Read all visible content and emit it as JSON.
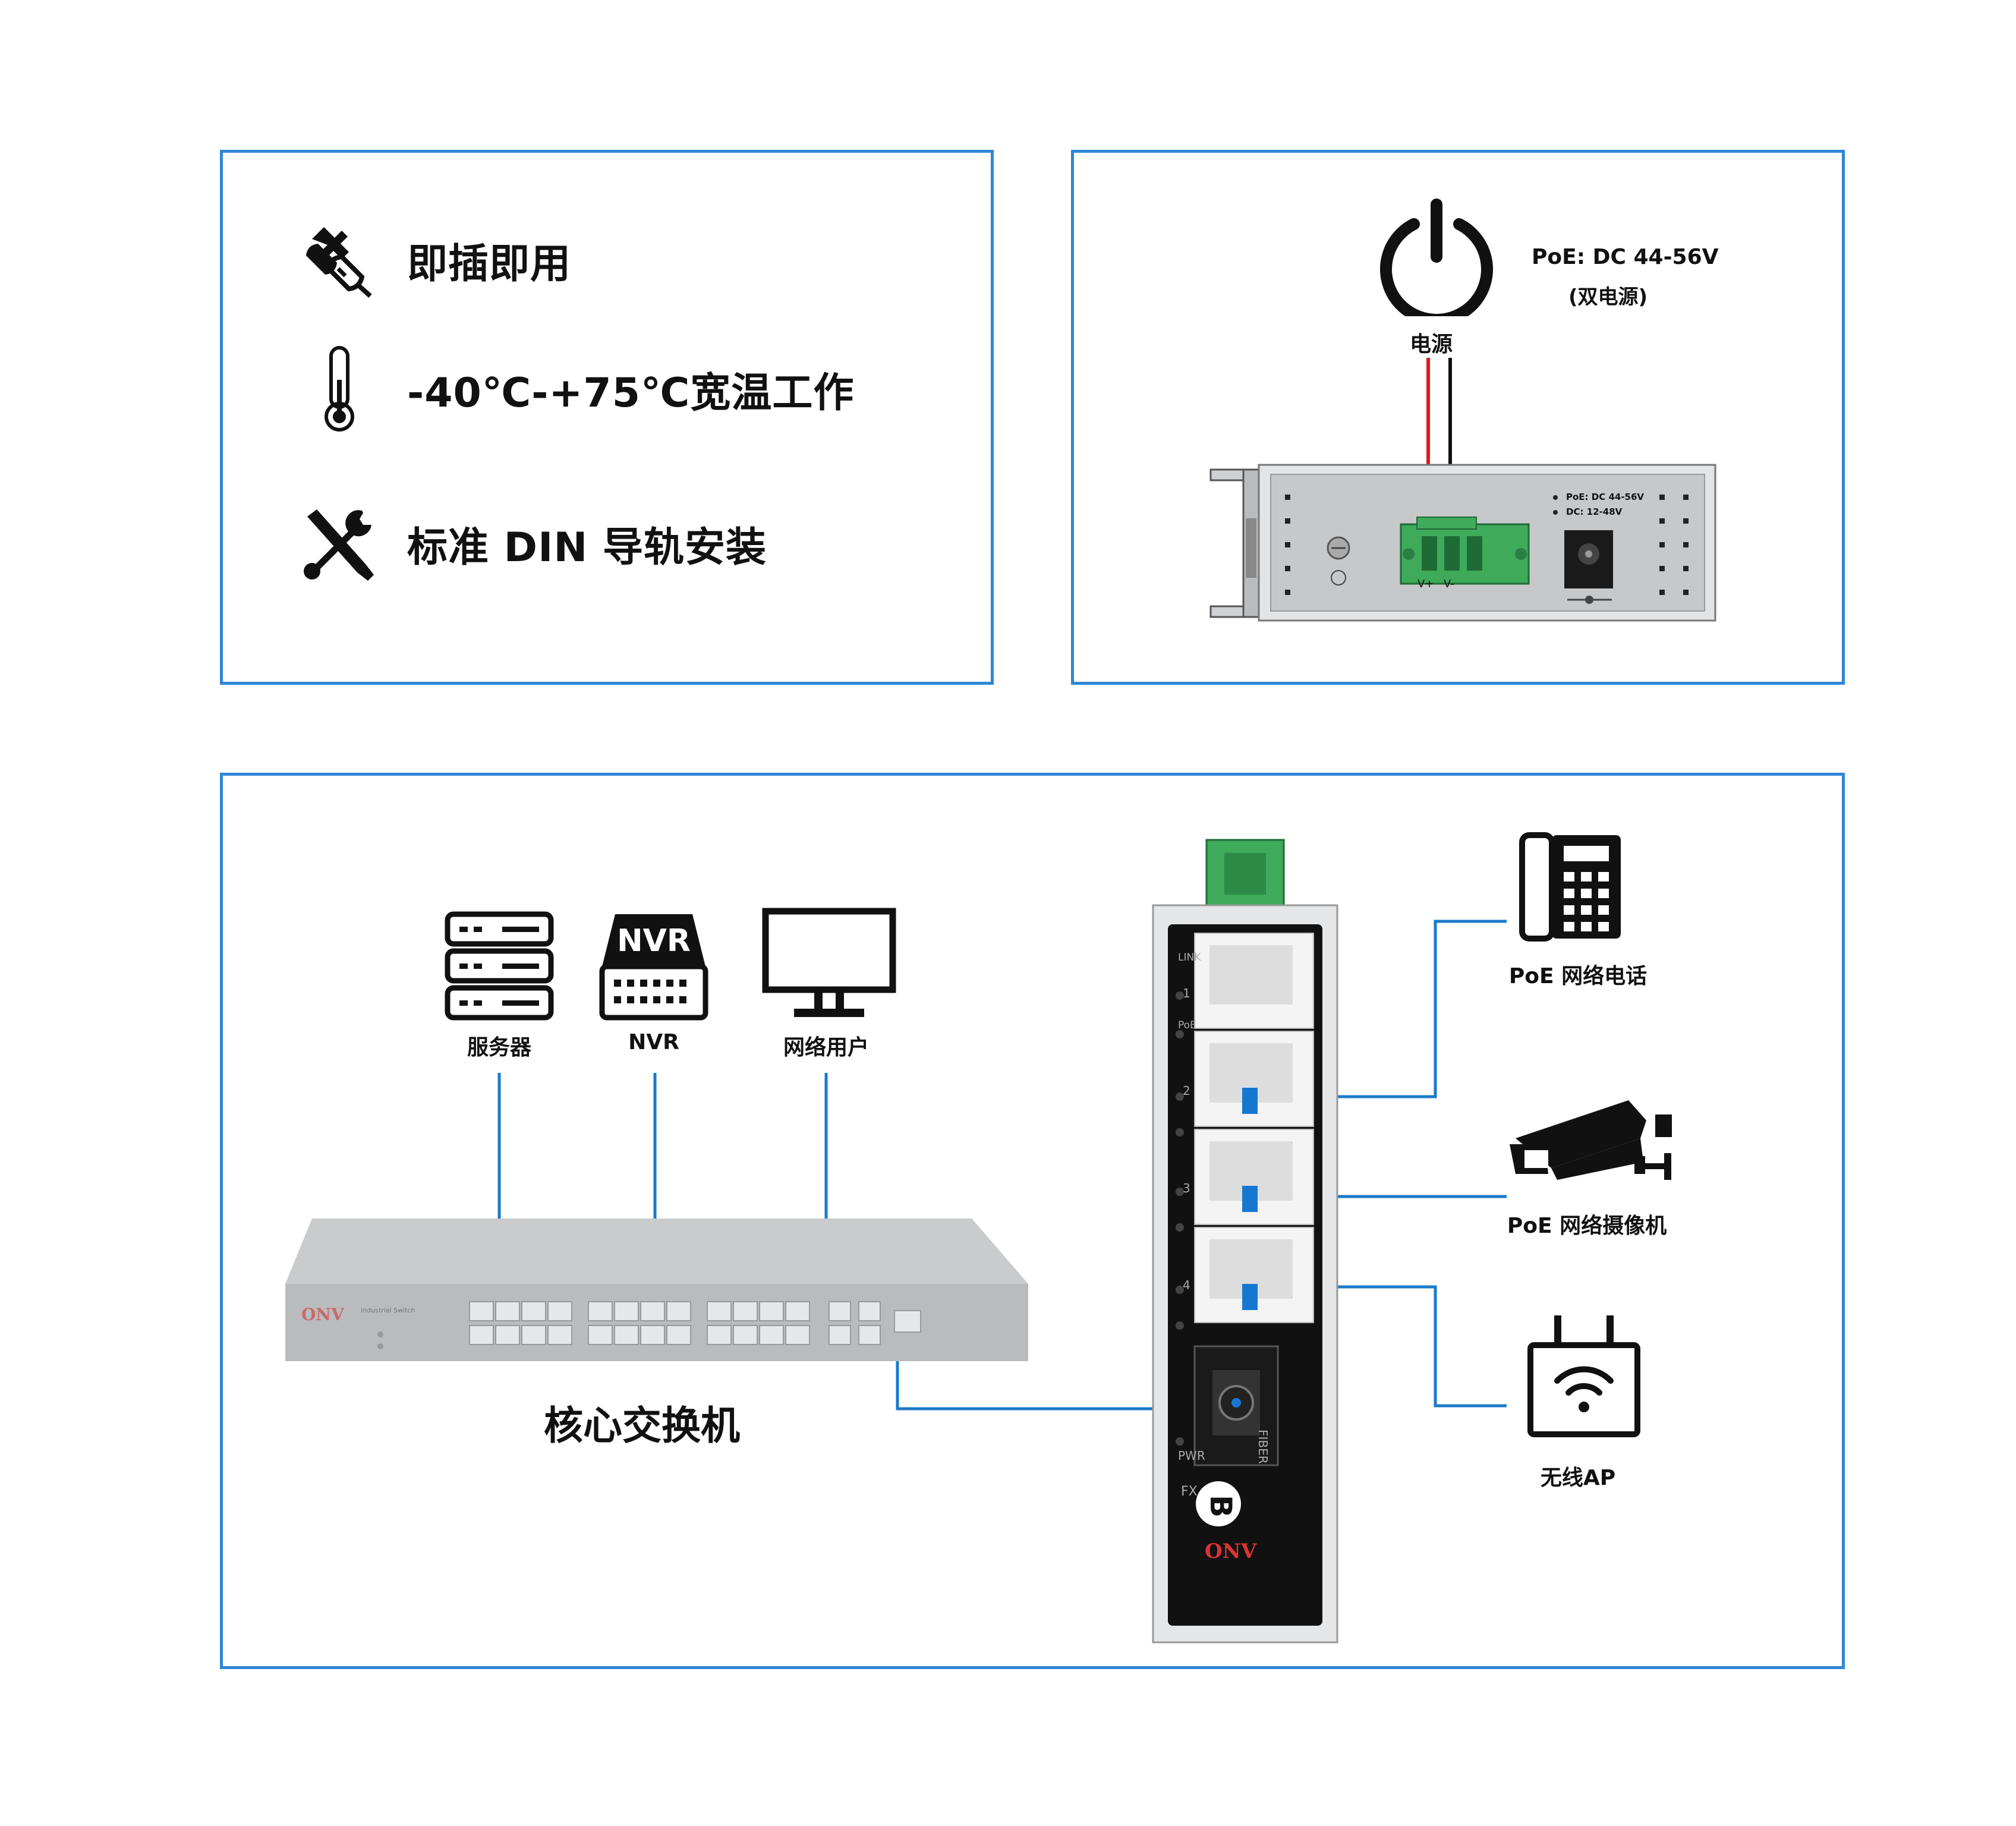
{
  "features": {
    "plug_and_play": "即插即用",
    "wide_temp": "-40℃-+75℃宽温工作",
    "din_rail": "标准 DIN 导轨安装"
  },
  "power": {
    "spec": "PoE: DC 44-56V",
    "dual": "(双电源)",
    "label": "电源",
    "panel_poe": "PoE: DC 44-56V",
    "panel_dc": "DC: 12-48V",
    "terminal_vplus": "V+",
    "terminal_vminus": "V-"
  },
  "topology": {
    "server": "服务器",
    "nvr": "NVR",
    "nvr_icon_text": "NVR",
    "network_user": "网络用户",
    "core_switch": "核心交换机",
    "brand": "ONV",
    "core_switch_model": "Industrial Switch",
    "poe_phone": "PoE 网络电话",
    "poe_camera": "PoE 网络摄像机",
    "wireless_ap": "无线AP",
    "device_labels": {
      "link": "LINK",
      "port1": "1",
      "poe": "PoE",
      "port2": "2",
      "port3": "3",
      "port4": "4",
      "pwr": "PWR",
      "fx": "FX",
      "fiber": "FIBER",
      "b": "B"
    }
  },
  "colors": {
    "frame": "#2f86d6",
    "link_line": "#1a7ac9",
    "terminal_green": "#3faa5a",
    "red_wire": "#e21a1a",
    "port_marker": "#1677d2"
  }
}
